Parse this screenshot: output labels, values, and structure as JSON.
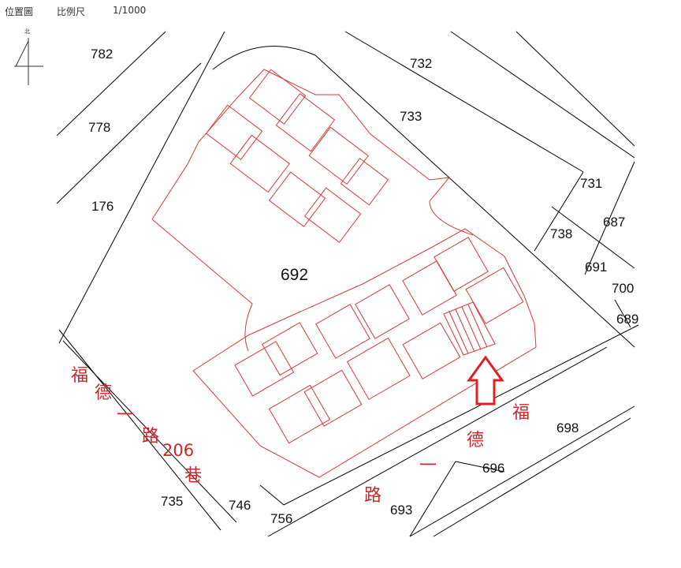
{
  "header": {
    "title": "位置圖",
    "scale_label": "比例尺",
    "scale_value": "1/1000"
  },
  "north": {
    "label": "北",
    "icon": "north-arrow-icon"
  },
  "lots": {
    "l782": "782",
    "l778": "778",
    "l176": "176",
    "l732": "732",
    "l733": "733",
    "l731": "731",
    "l738": "738",
    "l687": "687",
    "l691": "691",
    "l692": "692",
    "l700": "700",
    "l689": "689",
    "l698": "698",
    "l696": "696",
    "l735": "735",
    "l746": "746",
    "l756": "756",
    "l693": "693"
  },
  "roads": {
    "left": {
      "c1": "福",
      "c2": "德",
      "c3": "一",
      "c4": "路",
      "c5": "206",
      "c6": "巷"
    },
    "right": {
      "c1": "福",
      "c2": "德",
      "c3": "一",
      "c4": "路"
    }
  },
  "colors": {
    "building": "#d43a3a",
    "cadastral": "#000000",
    "marker": "#e02020"
  }
}
